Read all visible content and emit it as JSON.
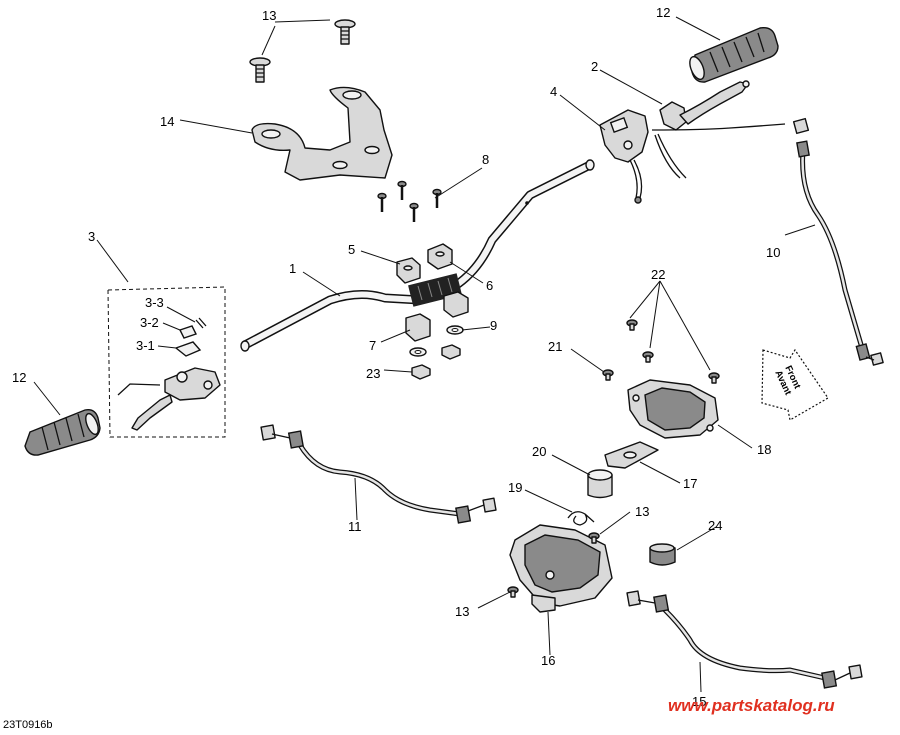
{
  "diagram": {
    "drawing_code": "23T0916b",
    "watermark": "www.partskatalog.ru",
    "direction_arrow": {
      "line1": "Front",
      "line2": "Avant"
    },
    "callouts": {
      "c1": "1",
      "c2": "2",
      "c3": "3",
      "c3_1": "3-1",
      "c3_2": "3-2",
      "c3_3": "3-3",
      "c4": "4",
      "c5": "5",
      "c6": "6",
      "c7": "7",
      "c8": "8",
      "c9": "9",
      "c10": "10",
      "c11": "11",
      "c12a": "12",
      "c12b": "12",
      "c13a": "13",
      "c13b": "13",
      "c13c": "13",
      "c14": "14",
      "c15": "15",
      "c16": "16",
      "c17": "17",
      "c18": "18",
      "c19": "19",
      "c20": "20",
      "c21": "21",
      "c22": "22",
      "c23": "23",
      "c24": "24"
    }
  }
}
